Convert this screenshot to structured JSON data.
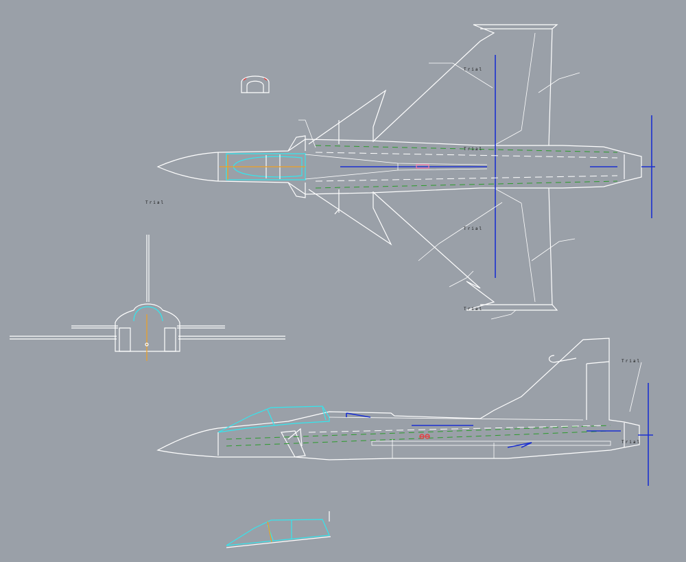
{
  "drawing": {
    "background": "#9aa0a8",
    "colors": {
      "outline": "#ffffff",
      "canopy": "#33e6ee",
      "control_surface": "#1a2fd0",
      "centerline": "#2a9a2a",
      "reference": "#f0a020",
      "marker": "#ee3333"
    },
    "views": [
      "top-view",
      "front-view",
      "side-view",
      "canopy-detail",
      "canopy-section"
    ],
    "labels": {
      "top_elevon_upper": "Trial",
      "top_fuselage": "Trial",
      "top_elevon_lower": "Trial",
      "top_tip_lower": "Trial",
      "left_note": "Trial",
      "side_fin": "Trial",
      "side_tail": "Trial"
    }
  }
}
